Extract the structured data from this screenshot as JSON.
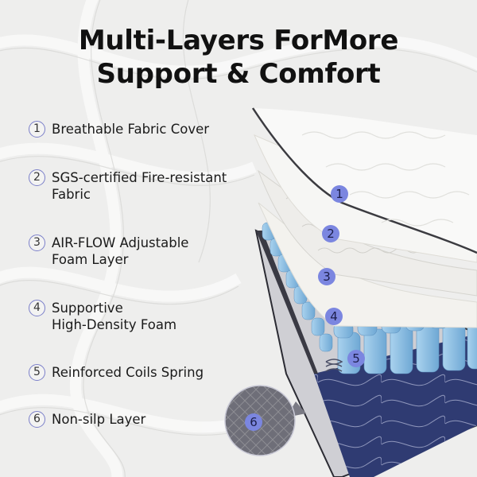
{
  "title": {
    "line1": "Multi-Layers ForMore",
    "line2": "Support & Comfort"
  },
  "features": [
    {
      "number": "1",
      "label": "Breathable Fabric Cover"
    },
    {
      "number": "2",
      "label": "SGS-certified Fire-resistant\nFabric"
    },
    {
      "number": "3",
      "label": "AIR-FLOW Adjustable\nFoam Layer"
    },
    {
      "number": "4",
      "label": "Supportive\nHigh-Density Foam"
    },
    {
      "number": "5",
      "label": "Reinforced Coils Spring"
    },
    {
      "number": "6",
      "label": "Non-silp Layer"
    }
  ],
  "diagram_badges": [
    "1",
    "2",
    "3",
    "4",
    "5",
    "6"
  ],
  "colors": {
    "badge_fill": "#7b86e0",
    "badge_outline": "#7b7fc9",
    "mattress_side": "#2e3a6e",
    "coil_blue": "#7fb7de"
  }
}
